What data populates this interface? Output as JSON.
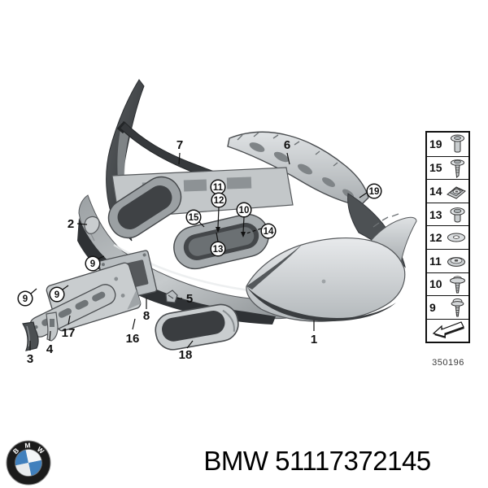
{
  "diagram": {
    "title_hint": "front bumper exploded parts diagram",
    "callouts": {
      "plain": [
        "7",
        "6",
        "2",
        "5",
        "8",
        "17",
        "16",
        "3",
        "4",
        "18",
        "1"
      ],
      "circled": [
        "11",
        "12",
        "10",
        "15",
        "14",
        "13",
        "19",
        "9",
        "9",
        "9"
      ]
    }
  },
  "legend": {
    "items": [
      {
        "label": "19",
        "icon": "bolt-screw-icon"
      },
      {
        "label": "15",
        "icon": "washer-screw-icon"
      },
      {
        "label": "14",
        "icon": "clip-nut-icon"
      },
      {
        "label": "13",
        "icon": "expanding-rivet-icon"
      },
      {
        "label": "12",
        "icon": "flat-washer-icon"
      },
      {
        "label": "11",
        "icon": "dome-washer-icon"
      },
      {
        "label": "10",
        "icon": "flange-screw-icon"
      },
      {
        "label": "9",
        "icon": "tapping-screw-icon"
      },
      {
        "label": "",
        "icon": "direction-arrow-icon"
      }
    ],
    "drawing_number": "350196"
  },
  "footer": {
    "part_label": "BMW 51117372145",
    "brand_logo_letters": [
      "B",
      "M",
      "W"
    ],
    "logo_colors": {
      "blue": "#4180bd",
      "ring": "#1b1b1b",
      "white": "#f4f6f8"
    }
  }
}
